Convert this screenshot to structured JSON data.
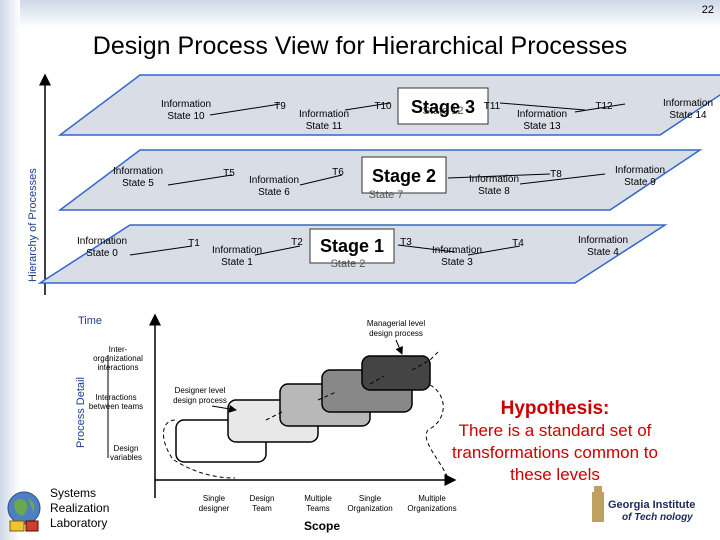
{
  "page": {
    "number": "22",
    "title": "Design Process View for Hierarchical Processes"
  },
  "hierarchy_axis_label": "Hierarchy of Processes",
  "planes": {
    "stage3": {
      "stage_label": "Stage 3",
      "hidden_state": "State 12",
      "left_state": [
        "Information",
        "State 10"
      ],
      "left_transition": "T9",
      "mid_state": [
        "Information",
        "State 11"
      ],
      "mid_transition": "T10",
      "right_transition": "T11",
      "right_state": [
        "Information",
        "State 13"
      ],
      "out_transition": "T12",
      "out_state": [
        "Information",
        "State 14"
      ]
    },
    "stage2": {
      "stage_label": "Stage 2",
      "hidden_state": "State 7",
      "left_state": [
        "Information",
        "State 5"
      ],
      "left_transition": "T5",
      "mid_state": [
        "Information",
        "State 6"
      ],
      "mid_transition": "T6",
      "right_state": [
        "Information",
        "State 8"
      ],
      "out_transition": "T8",
      "out_state": [
        "Information",
        "State 9"
      ]
    },
    "stage1": {
      "stage_label": "Stage 1",
      "hidden_state": "State 2",
      "left_state": [
        "Information",
        "State 0"
      ],
      "left_transition": "T1",
      "mid_state": [
        "Information",
        "State 1"
      ],
      "mid_transition": "T2",
      "right_transition": "T3",
      "right_state": [
        "Information",
        "State 3"
      ],
      "out_transition": "T4",
      "out_state": [
        "Information",
        "State 4"
      ]
    }
  },
  "lower": {
    "time_label": "Time",
    "process_detail_label": "Process Detail",
    "scope_label": "Scope",
    "managerial_label": [
      "Managerial level",
      "design process"
    ],
    "designer_label": [
      "Designer level",
      "design process"
    ],
    "detail_levels": [
      [
        "Inter-",
        "organizational",
        "interactions"
      ],
      [
        "Interactions",
        "between teams"
      ],
      [
        "Design",
        "variables"
      ]
    ],
    "scope_levels": [
      [
        "Single",
        "designer"
      ],
      [
        "Design",
        "Team"
      ],
      [
        "Multiple",
        "Teams"
      ],
      [
        "Single",
        "Organization"
      ],
      [
        "Multiple",
        "Organizations"
      ]
    ]
  },
  "hypothesis": {
    "heading": "Hypothesis:",
    "text": "There is a standard set of transformations common to these levels"
  },
  "lab": {
    "lines": [
      "Systems",
      "Realization",
      "Laboratory"
    ]
  },
  "logo": {
    "line1": "Georgia Institute",
    "line2": "of Tech nology"
  },
  "colors": {
    "plane_fill": "#d8dde6",
    "plane_stroke": "#3366cc",
    "stage_fill": "#ffffff",
    "hyp_red": "#cc0000",
    "rect_fills": [
      "#ffffff",
      "#e8e8e8",
      "#b8b8b8",
      "#888888",
      "#444444"
    ]
  }
}
